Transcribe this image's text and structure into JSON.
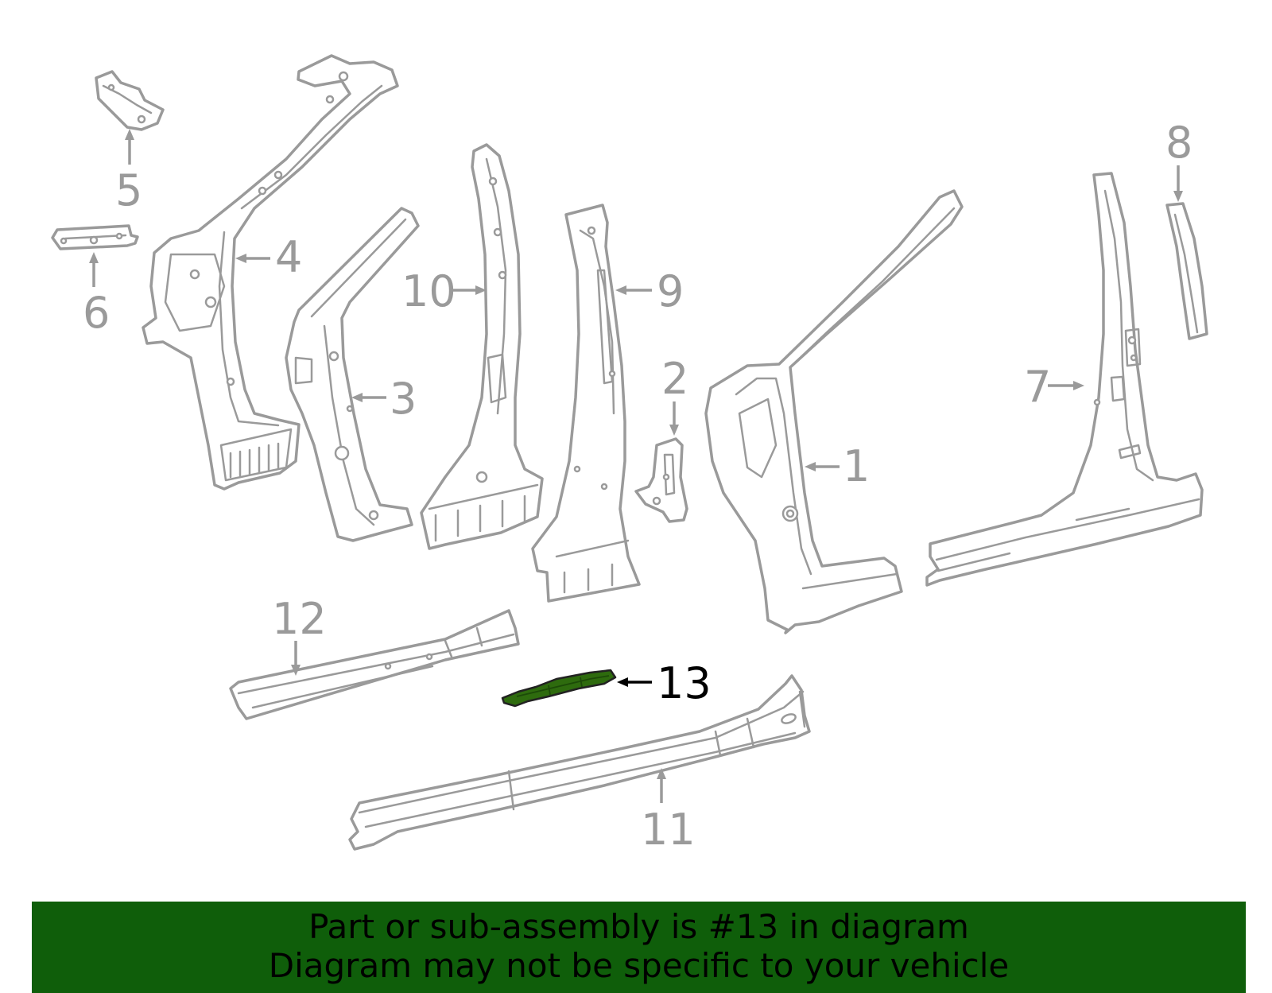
{
  "diagram": {
    "highlighted_part": "13",
    "callouts": {
      "c1": "1",
      "c2": "2",
      "c3": "3",
      "c4": "4",
      "c5": "5",
      "c6": "6",
      "c7": "7",
      "c8": "8",
      "c9": "9",
      "c10": "10",
      "c11": "11",
      "c12": "12",
      "c13": "13"
    },
    "colors": {
      "part_stroke": "#9a9a9a",
      "highlight_fill": "#2e6b0e",
      "banner_background": "#0f5e0a",
      "banner_text": "#000000"
    }
  },
  "banner": {
    "line1": "Part or sub-assembly is #13 in diagram",
    "line2": "Diagram may not be specific to your vehicle"
  }
}
